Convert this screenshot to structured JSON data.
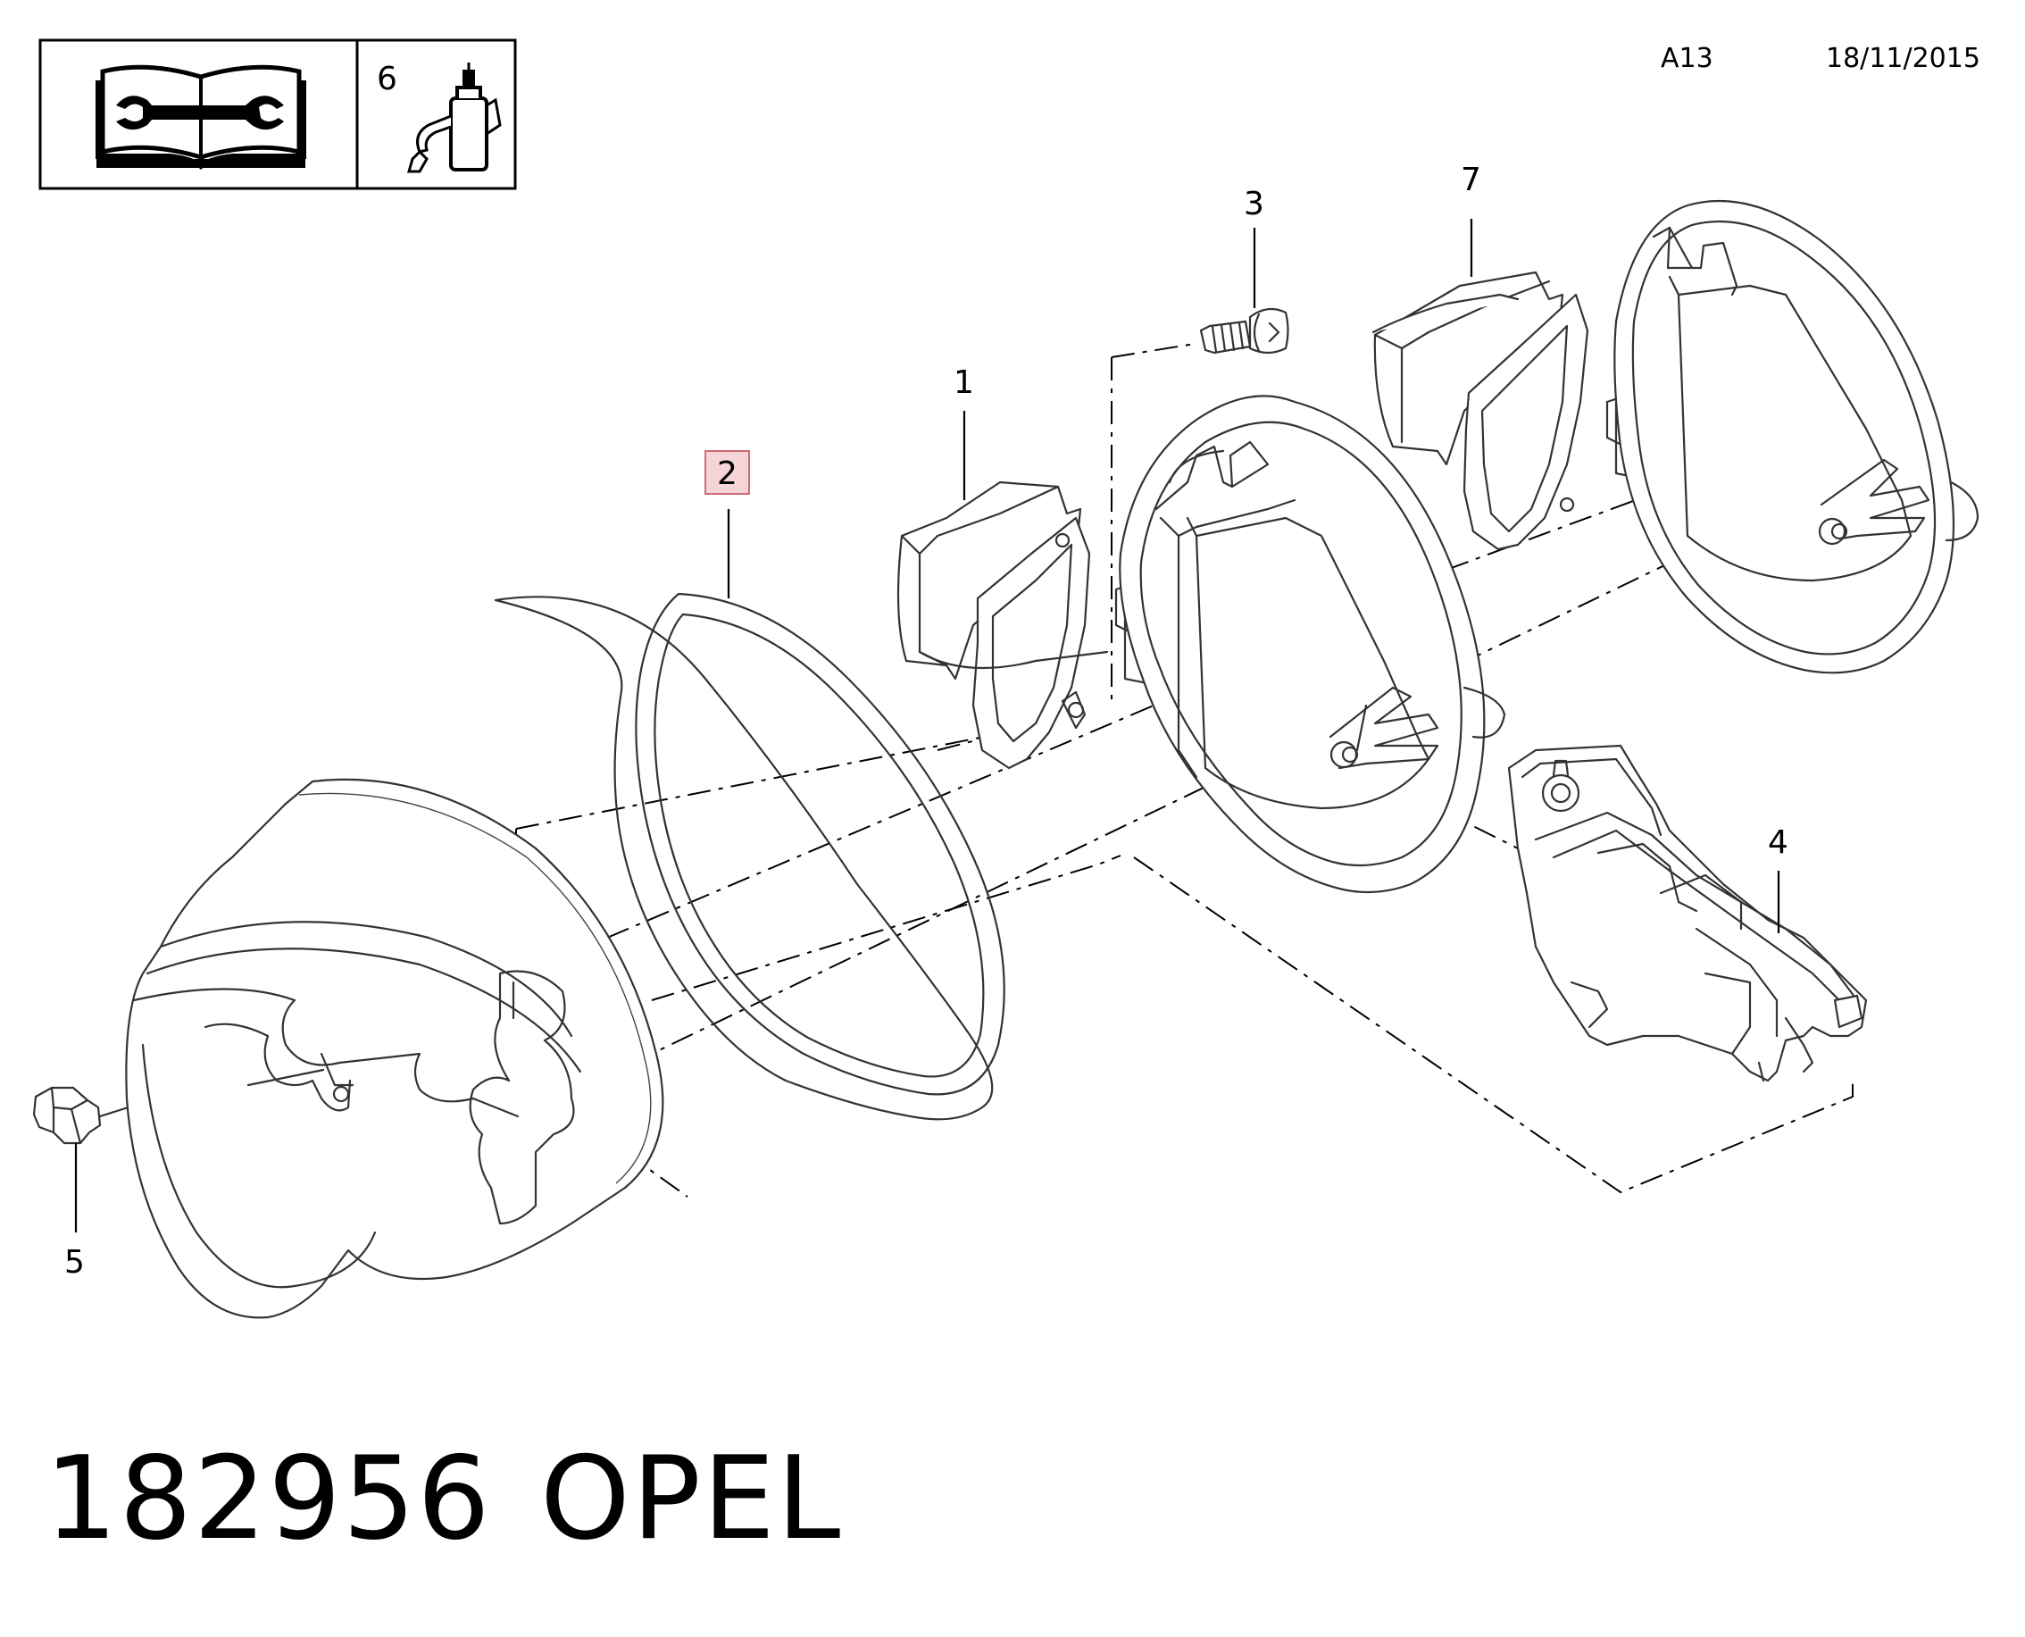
{
  "header": {
    "code": "A13",
    "date": "18/11/2015",
    "icon_box": {
      "manual_icon": "book-wrench-icon",
      "qty": "6",
      "oil_icon": "oil-can-icon"
    }
  },
  "callouts": [
    {
      "id": "1",
      "label": "1"
    },
    {
      "id": "2",
      "label": "2",
      "highlighted": true
    },
    {
      "id": "3",
      "label": "3"
    },
    {
      "id": "4",
      "label": "4"
    },
    {
      "id": "5",
      "label": "5"
    },
    {
      "id": "7",
      "label": "7"
    }
  ],
  "footer": {
    "diagram_number": "182956",
    "brand": "OPEL"
  },
  "colors": {
    "highlight_fill": "#f6d5d8",
    "highlight_border": "#d06a74",
    "line": "#333333"
  }
}
